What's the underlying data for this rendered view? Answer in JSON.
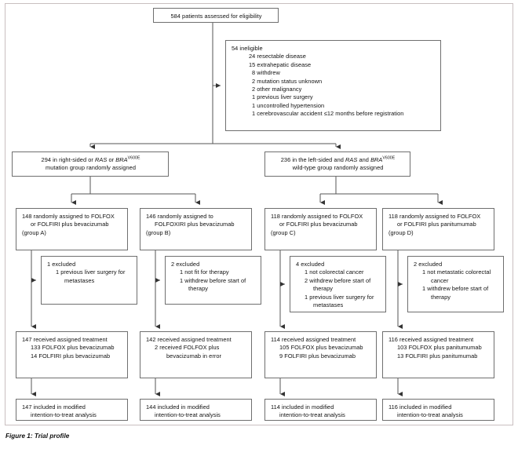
{
  "figure": {
    "caption": "Figure 1: Trial profile"
  },
  "assessed": {
    "line": "584 patients assessed for eligibility"
  },
  "ineligible": {
    "header": "54 ineligible",
    "reasons": [
      "24 resectable disease",
      "15 extrahepatic disease",
      "8 withdrew",
      "2 mutation status unknown",
      "2 other malignancy",
      "1 previous liver surgery",
      "1 uncontrolled hypertension",
      "1 cerebrovascular accident ≤12 months before registration"
    ]
  },
  "randomisation": {
    "right_sided": {
      "line1_pre": "294 in right-sided or ",
      "gene1": "RAS",
      "line1_mid": " or ",
      "gene2": "BRA",
      "gene2_sup": "V600E",
      "line2": "mutation group randomly assigned"
    },
    "left_sided": {
      "line1_pre": "236 in the left-sided and ",
      "gene1": "RAS",
      "line1_mid": " and ",
      "gene2": "BRA",
      "gene2_sup": "V600E",
      "line2": "wild-type group randomly assigned"
    }
  },
  "groups": [
    {
      "key": "A",
      "assigned": [
        "148 randomly assigned to FOLFOX",
        "or FOLFIRI plus bevacizumab",
        "(group A)"
      ],
      "excluded": {
        "header": "1 excluded",
        "items": [
          "1 previous liver surgery for metastases"
        ]
      },
      "treatment": {
        "header": "147 received assigned treatment",
        "items": [
          "133 FOLFOX plus bevacizumab",
          "14 FOLFIRI plus bevacizumab"
        ]
      },
      "mitt": [
        "147 included in modified",
        "intention-to-treat analysis"
      ]
    },
    {
      "key": "B",
      "assigned": [
        "146 randomly assigned to",
        "FOLFOXIRI plus bevacizumab",
        "(group B)"
      ],
      "excluded": {
        "header": "2 excluded",
        "items": [
          "1 not fit for therapy",
          "1 withdrew before start of therapy"
        ]
      },
      "treatment": {
        "header": "142 received assigned treatment",
        "items": [
          "2 received FOLFOX plus bevacizumab in error"
        ]
      },
      "mitt": [
        "144 included in modified",
        "intention-to-treat analysis"
      ]
    },
    {
      "key": "C",
      "assigned": [
        "118 randomly assigned to FOLFOX",
        "or FOLFIRI plus bevacizumab",
        "(group C)"
      ],
      "excluded": {
        "header": "4 excluded",
        "items": [
          "1 not colorectal cancer",
          "2 withdrew before start of therapy",
          "1 previous liver surgery for metastases"
        ]
      },
      "treatment": {
        "header": "114 received assigned treatment",
        "items": [
          "105 FOLFOX plus bevacizumab",
          "9 FOLFIRI plus bevacizumab"
        ]
      },
      "mitt": [
        "114 included in modified",
        "intention-to-treat analysis"
      ]
    },
    {
      "key": "D",
      "assigned": [
        "118 randomly assigned to FOLFOX",
        "or FOLFIRI plus panitumumab",
        "(group D)"
      ],
      "excluded": {
        "header": "2 excluded",
        "items": [
          "1 not metastatic colorectal cancer",
          "1 withdrew before start of therapy"
        ]
      },
      "treatment": {
        "header": "116 received assigned treatment",
        "items": [
          "103 FOLFOX plus panitumumab",
          "13 FOLFIRI plus panitumumab"
        ]
      },
      "mitt": [
        "116 included in modified",
        "intention-to-treat analysis"
      ]
    }
  ],
  "colors": {
    "box_border": "#6f6f6f",
    "frame_border": "#c9bfc0",
    "line": "#555555",
    "text": "#111111"
  }
}
